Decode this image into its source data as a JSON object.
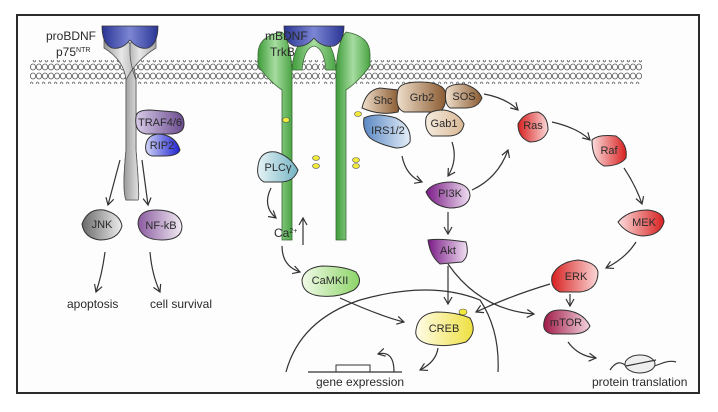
{
  "receptors": {
    "left": {
      "ligand": "proBDNF",
      "receptor": "p75",
      "receptor_sup": "NTR"
    },
    "right": {
      "ligand": "mBDNF",
      "receptor": "TrkB"
    }
  },
  "proteins": {
    "traf": "TRAF4/6",
    "rip2": "RIP2",
    "jnk": "JNK",
    "nfkb": "NF-kB",
    "plcg": "PLCγ",
    "shc": "Shc",
    "grb2": "Grb2",
    "sos": "SOS",
    "gab1": "Gab1",
    "irs": "IRS1/2",
    "pi3k": "PI3K",
    "akt": "Akt",
    "ras": "Ras",
    "raf": "Raf",
    "mek": "MEK",
    "erk": "ERK",
    "camkii": "CaMKII",
    "creb": "CREB",
    "mtor": "mTOR"
  },
  "ions": {
    "ca": "Ca",
    "ca_sup": "2+"
  },
  "outcomes": {
    "apoptosis": "apoptosis",
    "cell_survival": "cell survival",
    "gene_expression": "gene expression",
    "protein_translation": "protein translation"
  },
  "colors": {
    "ligand": "#3a48a8",
    "p75": "#b8b8b8",
    "trkb": "#5aa84f",
    "traf": "#7a5a9a",
    "rip2": "#2b2fd0",
    "jnk": "#7a7a7a",
    "nfkb": "#9a6fa8",
    "plcg": "#8fc4cf",
    "shc": "#9b7045",
    "gab1": "#e8d2b8",
    "irs": "#7fa6d0",
    "pi3k": "#8a2a92",
    "ras_pathway": "#e03a3a",
    "camkii": "#9edb7a",
    "creb": "#f2ea5a",
    "mtor": "#b0244e",
    "phospho": "#f2ea3a"
  }
}
